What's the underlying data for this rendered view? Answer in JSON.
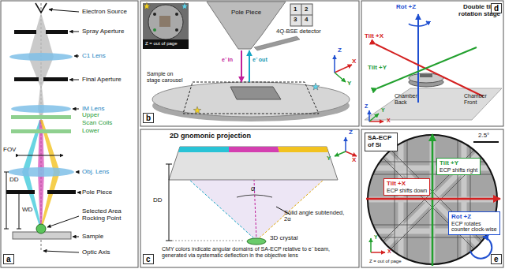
{
  "diagram": {
    "nodes": [
      {
        "text": [
          "a"
        ]
      },
      {
        "text": [
          "b"
        ]
      },
      {
        "text": [
          "c"
        ]
      },
      {
        "text": [
          "d"
        ]
      },
      {
        "text": [
          "SA-ECP of Si"
        ]
      },
      {
        "text": [
          "Tilt +Y",
          "ECP shifts right"
        ]
      },
      {
        "text": [
          "Tilt +X",
          "ECP shifts down"
        ]
      },
      {
        "text": [
          "Rot +Z",
          "ECP rotates counter clock-wise"
        ]
      },
      {
        "text": [
          "e"
        ]
      }
    ],
    "labels": [
      "Electron Source",
      "Spray Aperture",
      "C1 Lens",
      "Final Aperture",
      "IM Lens",
      "Upper",
      "Scan Coils",
      "Lower",
      "FOV",
      "Obj. Lens",
      "DD",
      "WD",
      "Pole Piece",
      "Selected Area Rocking Point",
      "Sample",
      "Optic Axis",
      "Z = out of page",
      "Pole Piece",
      "4Q-BSE detector",
      "1",
      "2",
      "3",
      "4",
      "e⁻ in",
      "e⁻ out",
      "Sample on stage carousel",
      "X",
      "Y",
      "Z",
      "2D gnomonic projection",
      "X",
      "Y",
      "Z",
      "α",
      "DD",
      "Solid angle subtended, 2α",
      "3D crystal",
      "CMY colors indicate angular domains of SA-ECP relative to e⁻ beam, generated via systematic deflection in the objective lens",
      "Double tilt & rotation stage",
      "Rot +Z",
      "Tilt +X",
      "Tilt +Y",
      "Chamber Back",
      "Chamber Front",
      "X",
      "Y",
      "Z",
      "2.5°",
      "X",
      "Y",
      "Z = out of page"
    ]
  }
}
